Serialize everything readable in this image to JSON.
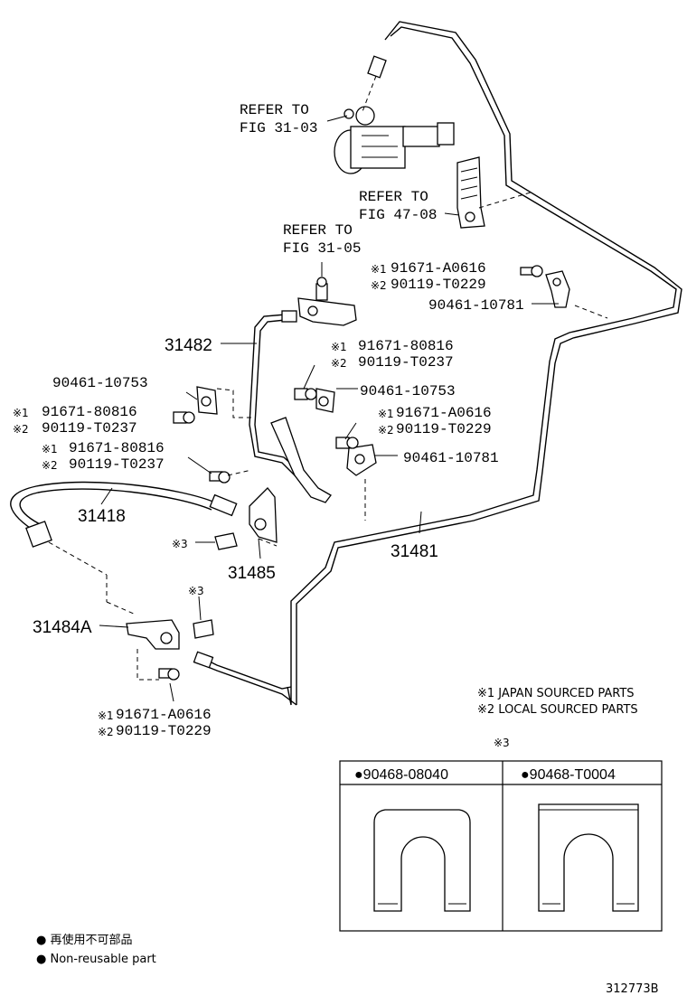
{
  "diagram_id": "312773B",
  "refs": {
    "fig_31_03": [
      "REFER TO",
      "FIG 31-03"
    ],
    "fig_47_08": [
      "REFER TO",
      "FIG 47-08"
    ],
    "fig_31_05": [
      "REFER TO",
      "FIG 31-05"
    ]
  },
  "part_numbers": {
    "line_31482": "31482",
    "hose_31418": "31418",
    "line_31481": "31481",
    "bracket_31485": "31485",
    "bracket_31484A": "31484A",
    "clamp_a": "90461-10781",
    "clamp_b": "90461-10753",
    "clamp_c": "90461-10753",
    "clamp_d": "90461-10781"
  },
  "bolt_groups": {
    "g1": {
      "m1": "※1",
      "p1": "91671-A0616",
      "m2": "※2",
      "p2": "90119-T0229"
    },
    "g2": {
      "m1": "※1",
      "p1": "91671-80816",
      "m2": "※2",
      "p2": "90119-T0237"
    },
    "g3": {
      "m1": "※1",
      "p1": "91671-80816",
      "m2": "※2",
      "p2": "90119-T0237"
    },
    "g4": {
      "m1": "※1",
      "p1": "91671-80816",
      "m2": "※2",
      "p2": "90119-T0237"
    },
    "g5": {
      "m1": "※1",
      "p1": "91671-A0616",
      "m2": "※2",
      "p2": "90119-T0229"
    },
    "g6": {
      "m1": "※1",
      "p1": "91671-A0616",
      "m2": "※2",
      "p2": "90119-T0229"
    }
  },
  "clip_marks": {
    "a": "※3",
    "b": "※3",
    "table": "※3"
  },
  "notes": {
    "japan": "※1 JAPAN SOURCED PARTS",
    "local": "※2 LOCAL SOURCED PARTS"
  },
  "table": {
    "col1": "●90468-08040",
    "col2": "●90468-T0004"
  },
  "legend": {
    "jp": "● 再使用不可部品",
    "en": "● Non-reusable part"
  }
}
